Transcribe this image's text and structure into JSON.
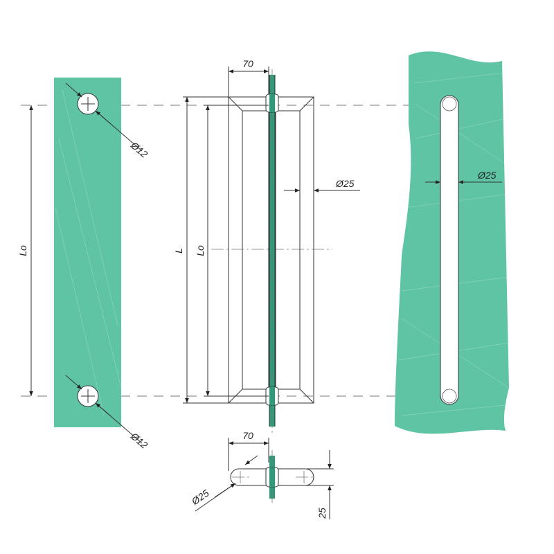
{
  "labels": {
    "hole_diameter_top": "Ø12",
    "hole_diameter_bottom": "Ø12",
    "center_distance_left": "Lo",
    "overall_length": "L",
    "center_distance_middle": "Lo",
    "projection_top": "70",
    "bar_diameter_side": "Ø25",
    "bar_diameter_front": "Ø25",
    "projection_bottom": "70",
    "bar_diameter_plan": "Ø25",
    "plan_thickness": "25"
  },
  "colors": {
    "glass": "#5ec4a4",
    "glass_edge": "#2f9a79",
    "line": "#333333"
  }
}
